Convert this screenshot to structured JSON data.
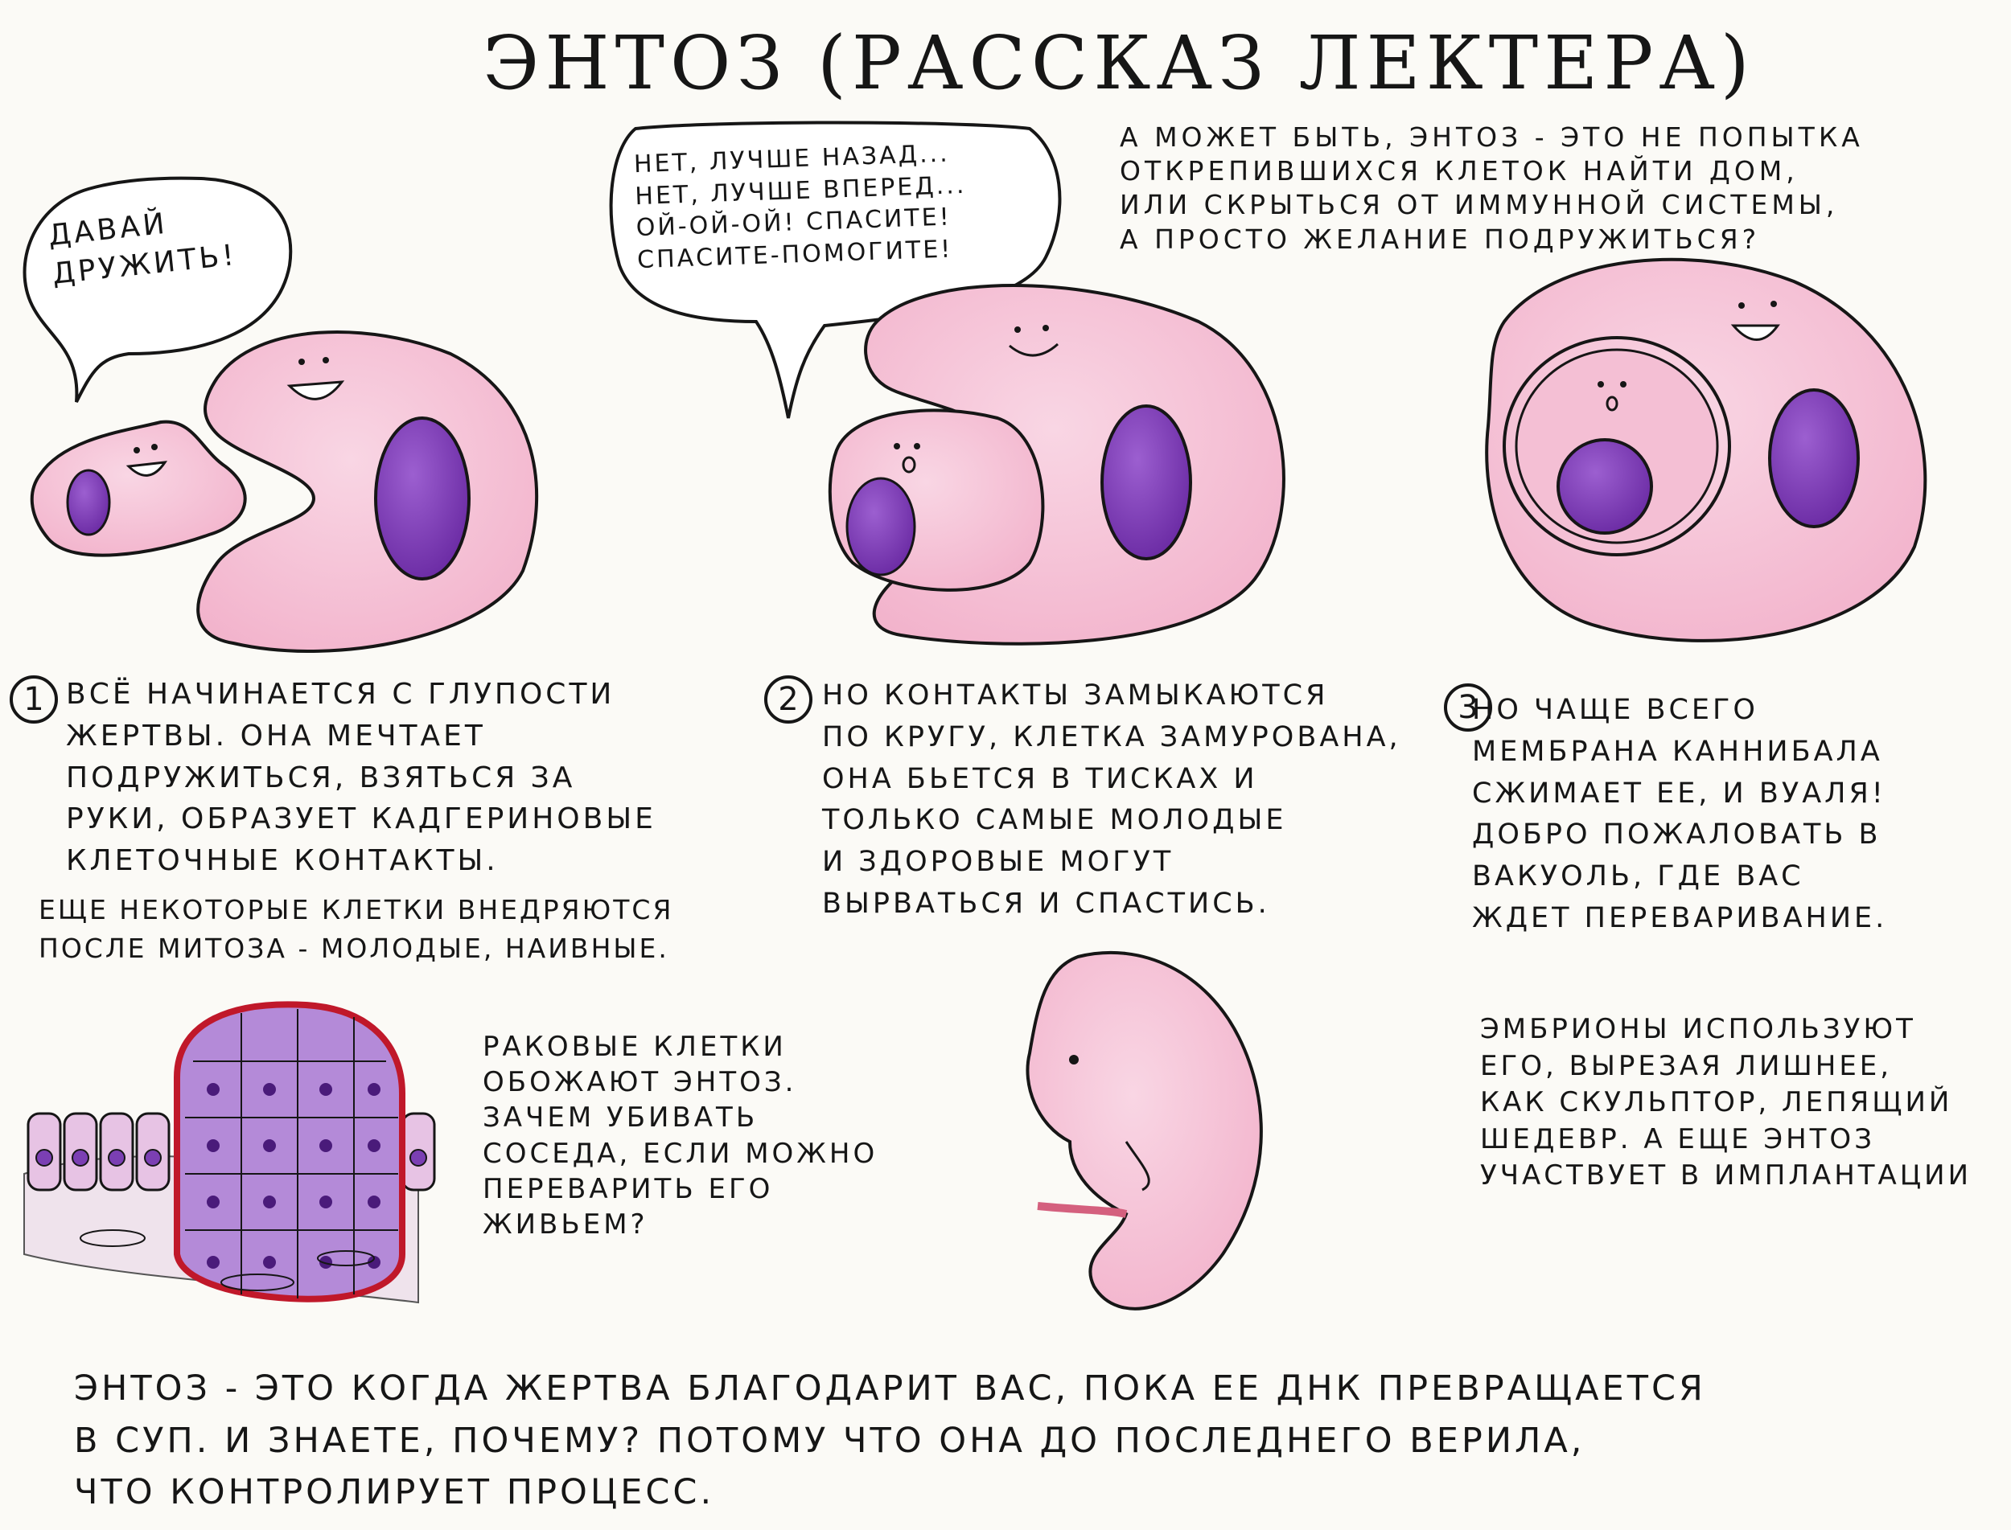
{
  "title": "Энтоз (рассказ Лектера)",
  "bubble1": "Давай\nдружить!",
  "bubble2": "Нет, лучше назад...\nНет, лучше вперед...\nОй-ой-ой! Спасите!\nСпасите-помогите!",
  "question": "А может быть, энтоз - это не попытка\nоткрепившихся клеток найти дом,\nили скрыться от иммунной системы,\nа просто желание подружиться?",
  "step1": {
    "number": "1",
    "text": "Всё начинается с глупости\nжертвы. Она мечтает\nподружиться, взяться за\nруки, образует кадгериновые\nклеточные контакты.",
    "extra": "Еще некоторые клетки внедряются\nпосле митоза - молодые, наивные."
  },
  "step2": {
    "number": "2",
    "text": "Но контакты замыкаются\nпо кругу, клетка замурована,\nона бьется в тисках и\nтолько самые молодые\nи здоровые могут\nвырваться и спастись."
  },
  "step3": {
    "number": "3",
    "text": "Но чаще всего\nмембрана каннибала\nсжимает ее, и вуаля!\nДобро пожаловать в\nвакуоль, где вас\nждет переваривание."
  },
  "cancer_text": "Раковые клетки\nобожают энтоз.\nЗачем убивать\nсоседа, если можно\nпереварить его\nживьем?",
  "embryo_text": "Эмбрионы используют\nего, вырезая лишнее,\nкак скульптор, лепящий\nшедевр. А еще энтоз\nучаствует в имплантации",
  "conclusion": "Энтоз - это когда жертва благодарит вас, пока ее ДНК превращается\nв суп. И знаете, почему? Потому что она до последнего верила,\nчто контролирует процесс.",
  "colors": {
    "cell_pink": "#f6c3d8",
    "nucleus": "#7b3fb3",
    "ink": "#161616",
    "tumor_red": "#c0182a"
  }
}
